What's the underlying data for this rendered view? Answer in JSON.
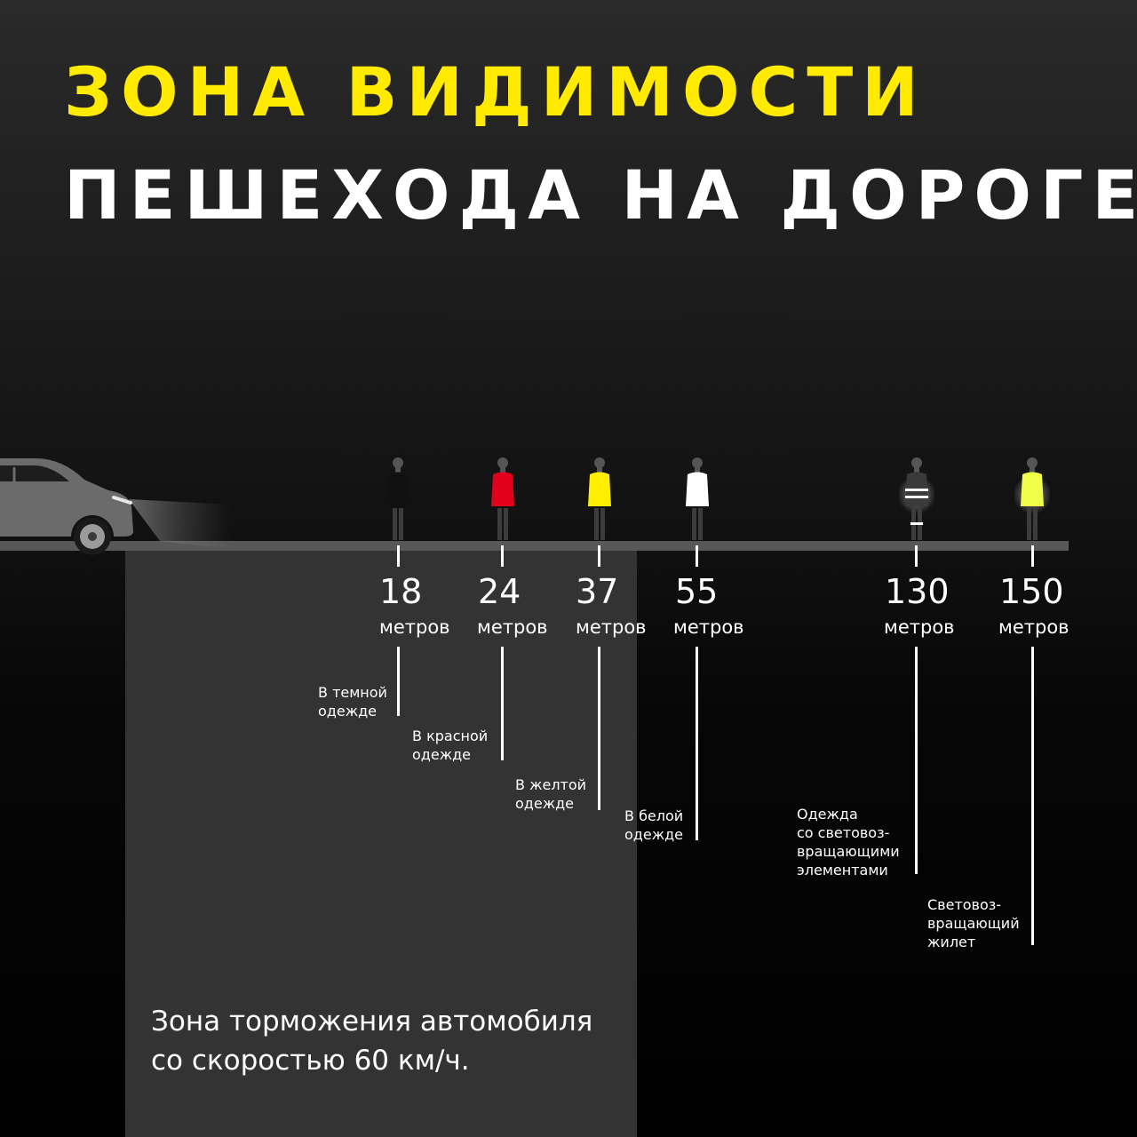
{
  "title": {
    "line1": "ЗОНА ВИДИМОСТИ",
    "line2": "ПЕШЕХОДА НА ДОРОГЕ"
  },
  "braking_zone": {
    "line1": "Зона торможения автомобиля",
    "line2": "со скоростью 60 км/ч."
  },
  "distance_unit": "метров",
  "markers": [
    {
      "distance": "18",
      "unit": "метров",
      "label": [
        "В темной",
        "одежде"
      ],
      "figure_color": "#111111",
      "reflective": false
    },
    {
      "distance": "24",
      "unit": "метров",
      "label": [
        "В красной",
        "одежде"
      ],
      "figure_color": "#e0001b",
      "reflective": false
    },
    {
      "distance": "37",
      "unit": "метров",
      "label": [
        "В желтой",
        "одежде"
      ],
      "figure_color": "#ffee00",
      "reflective": false
    },
    {
      "distance": "55",
      "unit": "метров",
      "label": [
        "В белой",
        "одежде"
      ],
      "figure_color": "#ffffff",
      "reflective": false
    },
    {
      "distance": "130",
      "unit": "метров",
      "label": [
        "Одежда",
        "со световоз-",
        "вращающими",
        "элементами"
      ],
      "figure_color": "#3a3a3a",
      "reflective": true
    },
    {
      "distance": "150",
      "unit": "метров",
      "label": [
        "Световоз-",
        "вращающий",
        "жилет"
      ],
      "figure_color": "#f2ff4a",
      "reflective": true
    }
  ],
  "colors": {
    "accent": "#ffea00",
    "braking_zone": "#333333",
    "road": "#585858"
  }
}
